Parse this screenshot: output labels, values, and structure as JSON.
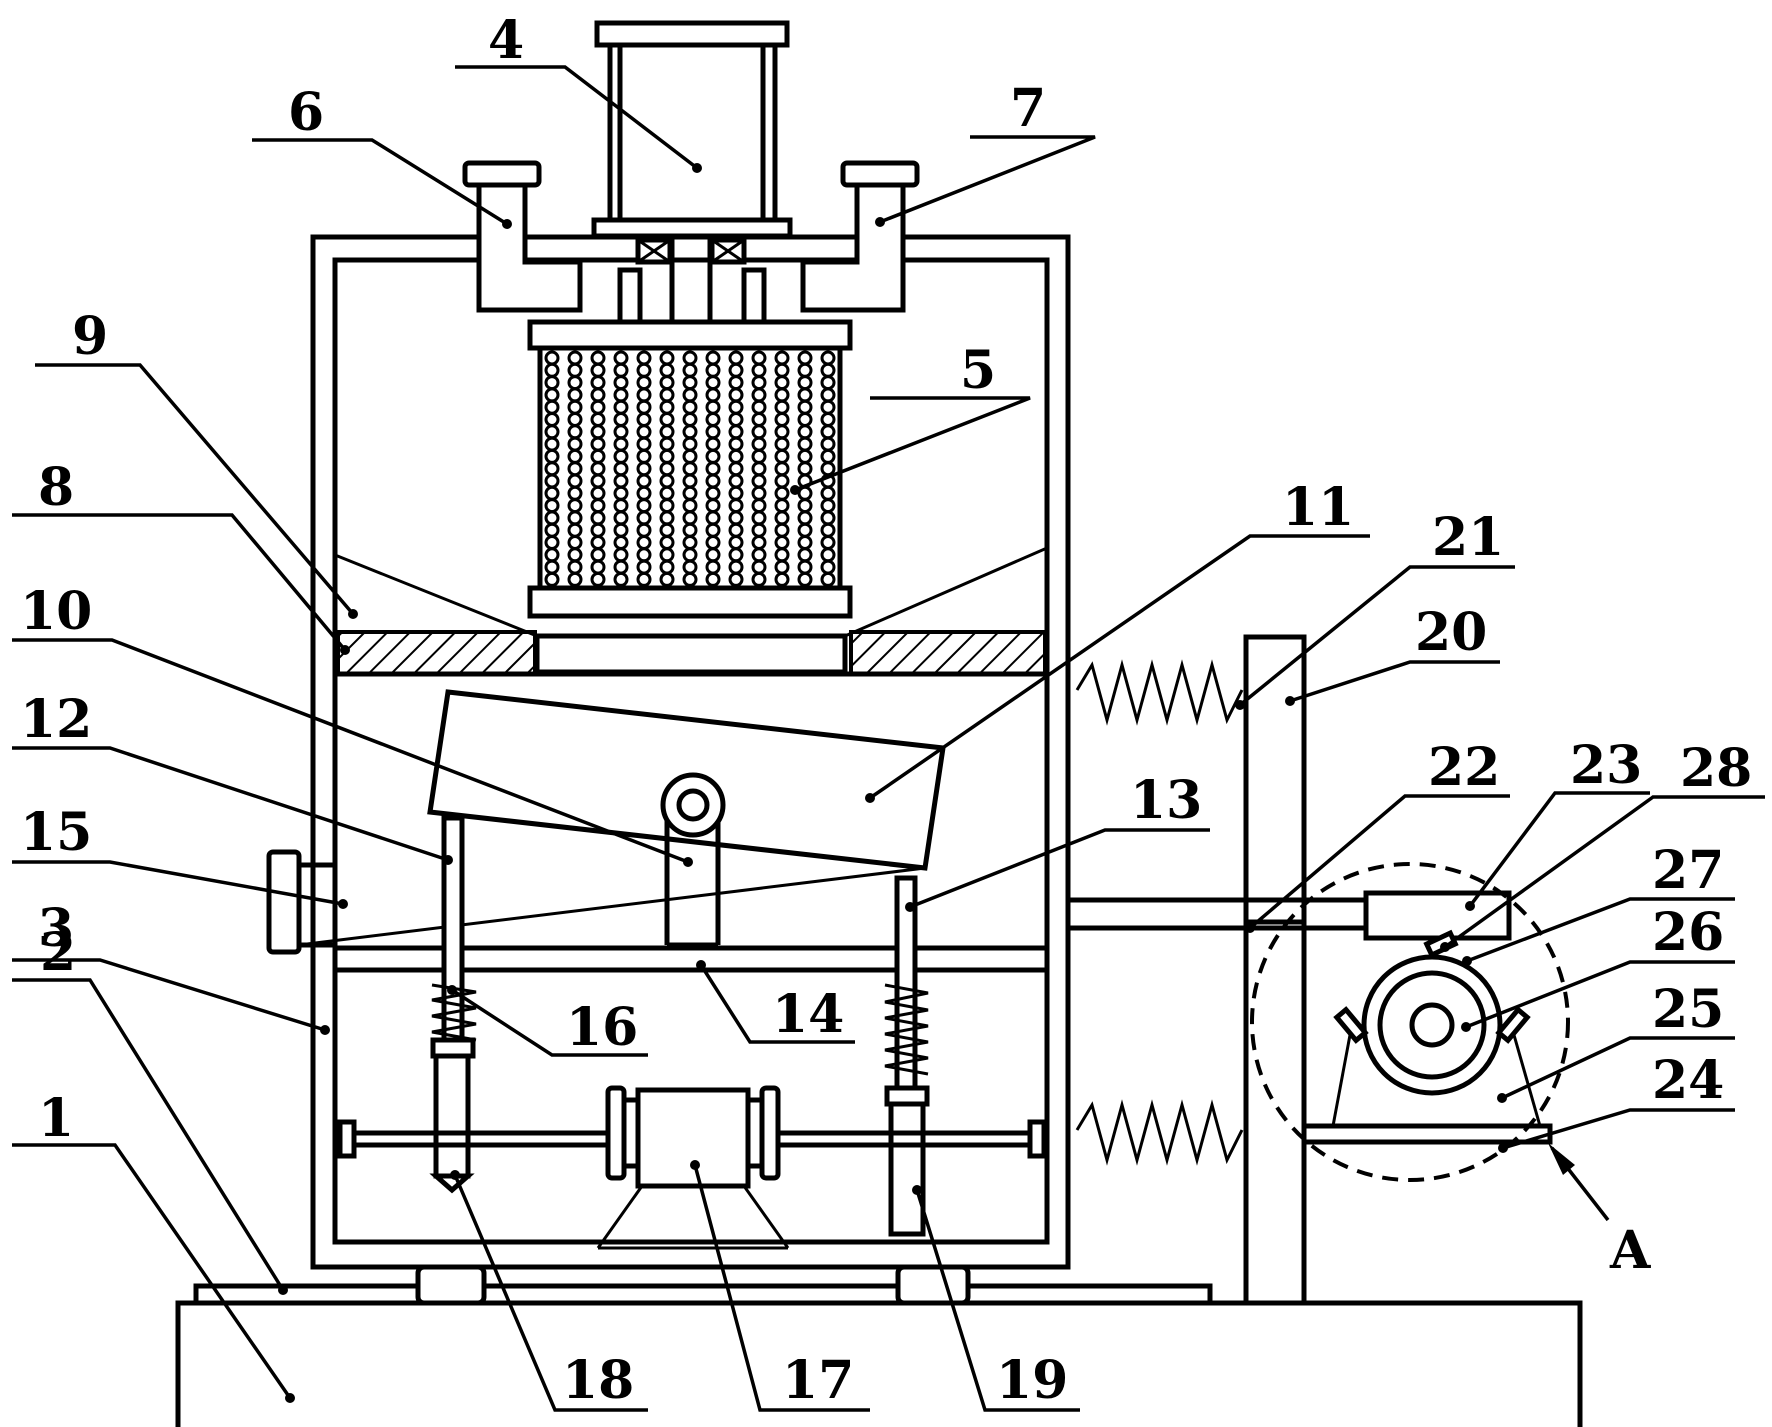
{
  "labels": {
    "l1": "1",
    "l2": "2",
    "l3": "3",
    "l4": "4",
    "l5": "5",
    "l6": "6",
    "l7": "7",
    "l8": "8",
    "l9": "9",
    "l10": "10",
    "l11": "11",
    "l12": "12",
    "l13": "13",
    "l14": "14",
    "l15": "15",
    "l16": "16",
    "l17": "17",
    "l18": "18",
    "l19": "19",
    "l20": "20",
    "l21": "21",
    "l22": "22",
    "l23": "23",
    "l24": "24",
    "l25": "25",
    "l26": "26",
    "l27": "27",
    "l28": "28",
    "detail": "A"
  }
}
